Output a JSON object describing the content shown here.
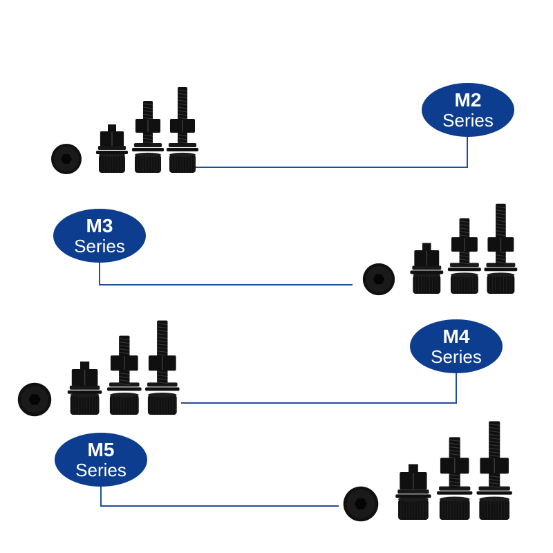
{
  "theme": {
    "badge_color": "#0d3d8f",
    "line_color": "#1f4d9a",
    "hardware_color": "#101010",
    "hardware_highlight": "#3a3a3a"
  },
  "series": [
    {
      "size": "M2",
      "label": "Series",
      "hardware": [
        "socket-screw",
        "hex-nut-with-washers",
        "bolt-short-with-nut",
        "bolt-long-with-nut"
      ]
    },
    {
      "size": "M3",
      "label": "Series",
      "hardware": [
        "socket-screw",
        "hex-nut-with-washers",
        "bolt-short-with-nut",
        "bolt-long-with-nut"
      ]
    },
    {
      "size": "M4",
      "label": "Series",
      "hardware": [
        "socket-screw",
        "hex-nut-with-washers",
        "bolt-short-with-nut",
        "bolt-long-with-nut"
      ]
    },
    {
      "size": "M5",
      "label": "Series",
      "hardware": [
        "socket-screw",
        "hex-nut-with-washers",
        "bolt-short-with-nut",
        "bolt-long-with-nut"
      ]
    }
  ]
}
